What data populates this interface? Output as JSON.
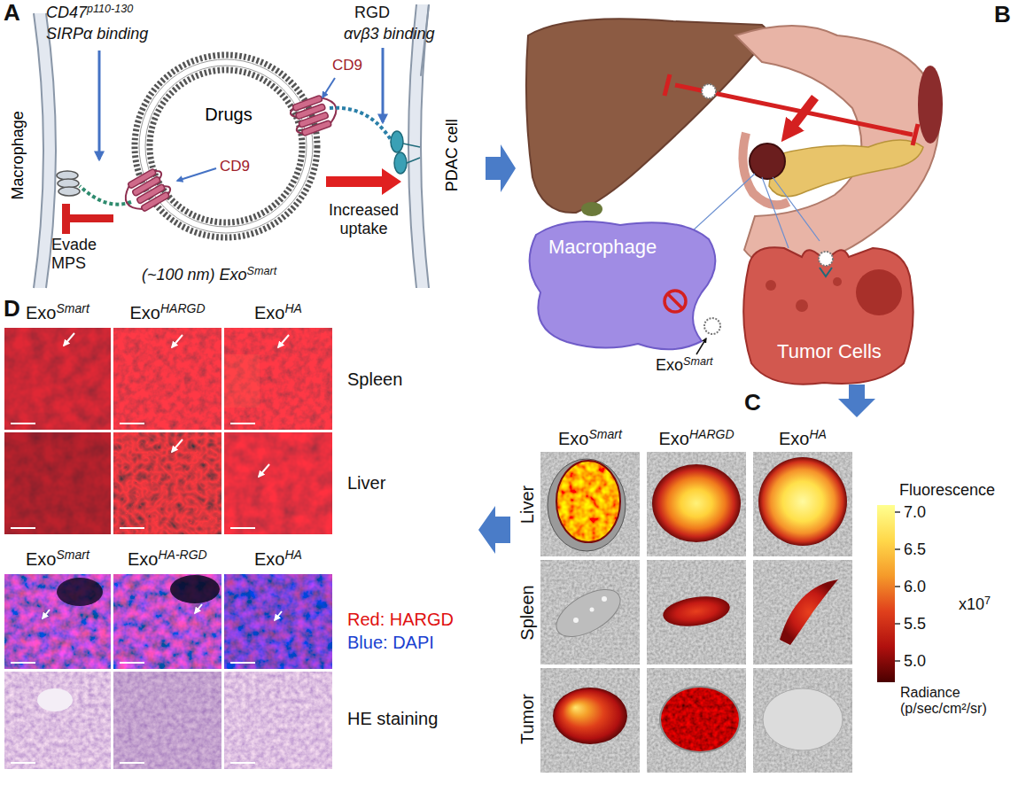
{
  "diagram": {
    "nodes": [
      {
        "text": [
          "Macrophage"
        ]
      },
      {
        "text": [
          "Drugs"
        ]
      },
      {
        "text": [
          "PDAC cell"
        ]
      },
      {
        "text": [
          "Macrophage"
        ]
      },
      {
        "text": [
          "Tumor Cells"
        ]
      }
    ],
    "edges": [
      {
        "from": 1,
        "to": 2,
        "arrow": "to",
        "label": "Increased uptake"
      }
    ],
    "labels": [
      "A",
      "CD47p110-130",
      "SIRPα binding",
      "RGD",
      "αvβ3 binding",
      "CD9",
      "CD9",
      "Evade MPS",
      "(~100 nm) ExoSmart",
      "B",
      "ExoSmart",
      "C",
      "ExoSmart",
      "ExoHARGD",
      "ExoHA",
      "Liver",
      "Spleen",
      "Tumor",
      "Fluorescence",
      "7.0",
      "6.5",
      "6.0",
      "5.5",
      "5.0",
      "x107",
      "Radiance (p/sec/cm²/sr)",
      "D",
      "ExoSmart",
      "ExoHARGD",
      "ExoHA",
      "Spleen",
      "Liver",
      "ExoSmart",
      "ExoHA-RGD",
      "ExoHA",
      "Red: HARGD",
      "Blue: DAPI",
      "HE staining"
    ]
  }
}
